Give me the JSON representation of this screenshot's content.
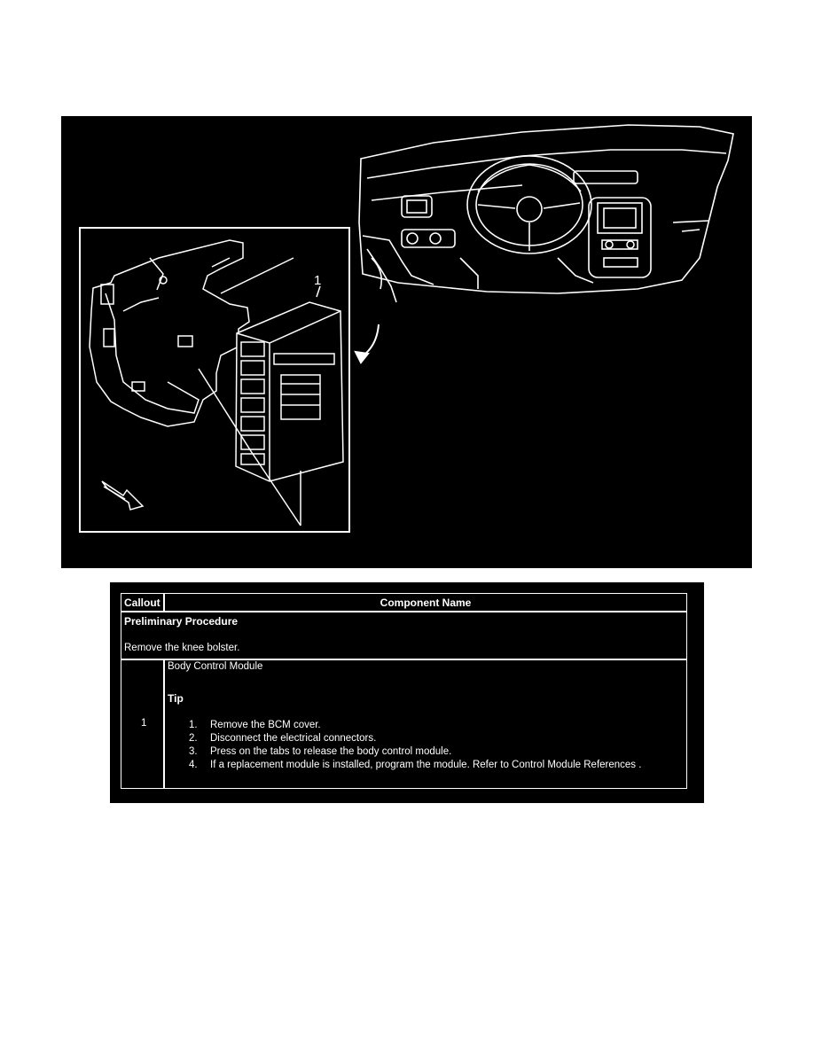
{
  "figure": {
    "callout_label": "1"
  },
  "table": {
    "headers": {
      "callout": "Callout",
      "component": "Component Name"
    },
    "preliminary": {
      "heading": "Preliminary Procedure",
      "text": "Remove the knee bolster."
    },
    "row": {
      "callout": "1",
      "component": "Body Control Module",
      "tip_heading": "Tip",
      "steps": [
        {
          "num": "1.",
          "text": "Remove the BCM cover."
        },
        {
          "num": "2.",
          "text": "Disconnect the electrical connectors."
        },
        {
          "num": "3.",
          "text": "Press on the tabs to release the body control module."
        },
        {
          "num": "4.",
          "text": "If a replacement module is installed, program the module. Refer to Control Module References ."
        }
      ]
    }
  }
}
